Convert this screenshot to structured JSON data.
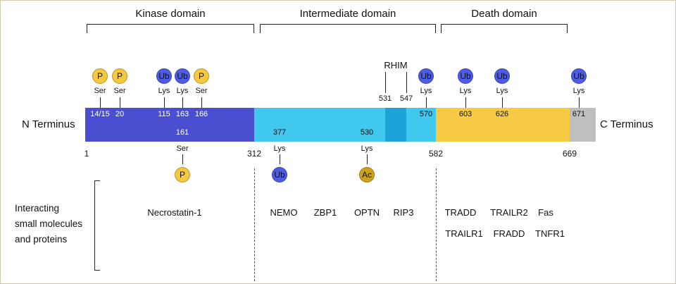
{
  "domains": [
    {
      "label": "Kinase domain"
    },
    {
      "label": "Intermediate domain"
    },
    {
      "label": "Death domain"
    }
  ],
  "termini": {
    "n_label": "N Terminus",
    "c_label": "C Terminus"
  },
  "axis": {
    "start": "1",
    "kinase_end": "312",
    "intermediate_end": "582",
    "death_end": "669"
  },
  "rhim": {
    "label": "RHIM",
    "start_site": "531",
    "end_site": "547"
  },
  "ptm_above": [
    {
      "badge": "P",
      "residue": "Ser",
      "site": "14/15"
    },
    {
      "badge": "P",
      "residue": "Ser",
      "site": "20"
    },
    {
      "badge": "Ub",
      "residue": "Lys",
      "site": "115"
    },
    {
      "badge": "Ub",
      "residue": "Lys",
      "site": "163"
    },
    {
      "badge": "P",
      "residue": "Ser",
      "site": "166"
    },
    {
      "badge": "Ub",
      "residue": "Lys",
      "site": "570"
    },
    {
      "badge": "Ub",
      "residue": "Lys",
      "site": "603"
    },
    {
      "badge": "Ub",
      "residue": "Lys",
      "site": "626"
    },
    {
      "badge": "Ub",
      "residue": "Lys",
      "site": "671"
    }
  ],
  "ptm_below": [
    {
      "badge": "P",
      "residue": "Ser",
      "site": "161"
    },
    {
      "badge": "Ub",
      "residue": "Lys",
      "site": "377"
    },
    {
      "badge": "Ac",
      "residue": "Lys",
      "site": "530"
    }
  ],
  "interactions": {
    "label_lines": [
      "Interacting",
      "small molecules",
      "and proteins"
    ],
    "kinase": [
      "Necrostatin-1"
    ],
    "intermediate": [
      "NEMO",
      "ZBP1",
      "OPTN",
      "RIP3"
    ],
    "death_row1": [
      "TRADD",
      "TRAILR2",
      "Fas"
    ],
    "death_row2": [
      "TRAILR1",
      "FRADD",
      "TNFR1"
    ]
  },
  "colors": {
    "kinase_domain": "#4a4fd2",
    "intermediate_domain": "#41c8ef",
    "rhim_region": "#1ea3d8",
    "death_domain": "#f6ca43",
    "c_terminal_tail": "#bfbfbf",
    "phospho_badge": "#f5c93e",
    "ubiquitin_badge": "#4d5ce3",
    "acetyl_badge": "#cfa21e"
  }
}
